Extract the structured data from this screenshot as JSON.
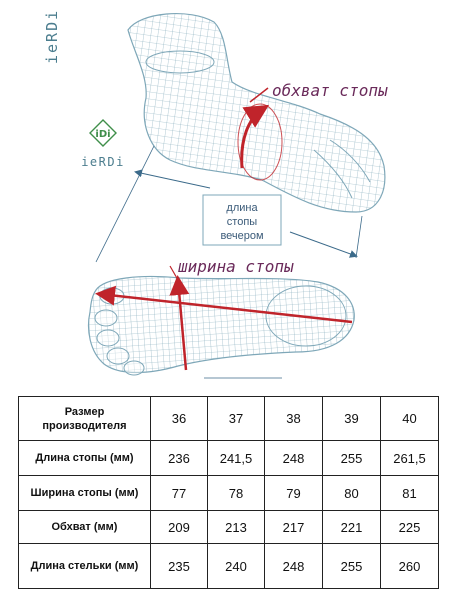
{
  "brand": {
    "vertical_text": "ieRDi",
    "logo_badge": "iDi",
    "logo_text": "ieRDi"
  },
  "figure": {
    "girth_label": "обхват стопы",
    "width_label": "ширина стопы",
    "length_label_lines": [
      "длина",
      "стопы",
      "вечером"
    ]
  },
  "table": {
    "sizes": [
      "36",
      "37",
      "38",
      "39",
      "40"
    ],
    "rows": [
      {
        "label": "Размер производителя",
        "label_lines": [
          "Размер",
          "производителя"
        ],
        "values": [
          "36",
          "37",
          "38",
          "39",
          "40"
        ]
      },
      {
        "label": "Длина стопы (мм)",
        "values": [
          "236",
          "241,5",
          "248",
          "255",
          "261,5"
        ]
      },
      {
        "label": "Ширина стопы (мм)",
        "values": [
          "77",
          "78",
          "79",
          "80",
          "81"
        ]
      },
      {
        "label": "Обхват (мм)",
        "values": [
          "209",
          "213",
          "217",
          "221",
          "225"
        ]
      },
      {
        "label": "Длина стельки (мм)",
        "values": [
          "235",
          "240",
          "248",
          "255",
          "260"
        ]
      }
    ]
  },
  "colors": {
    "mesh": "#7ea7b8",
    "accent_red": "#c0242b",
    "label_purple": "#6a2a5a",
    "arrow_blue": "#3b6a8a",
    "logo_green": "#3f8f4a"
  }
}
